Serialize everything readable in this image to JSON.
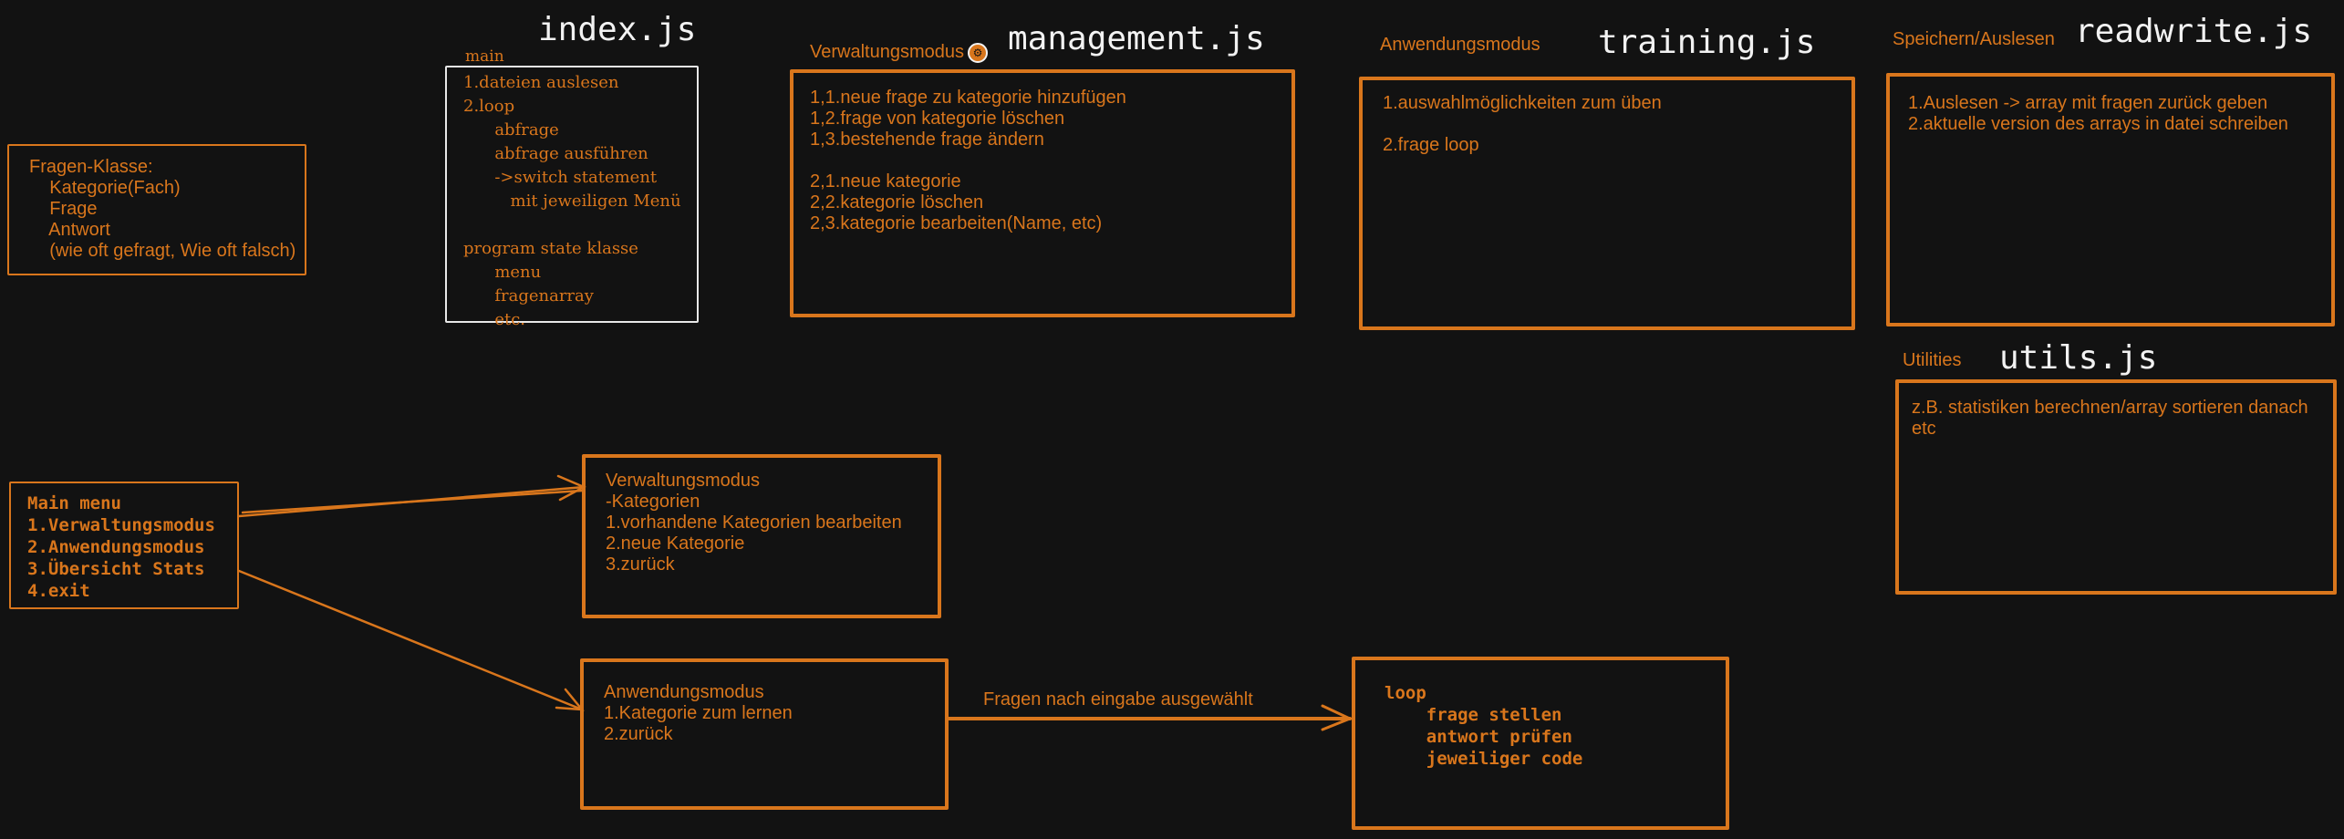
{
  "titles": {
    "index": "index.js",
    "management": "management.js",
    "training": "training.js",
    "readwrite": "readwrite.js",
    "utils": "utils.js"
  },
  "labels": {
    "index_main": "main",
    "management": "Verwaltungsmodus",
    "training": "Anwendungsmodus",
    "readwrite": "Speichern/Auslesen",
    "utils": "Utilities"
  },
  "index_box": {
    "lines": [
      "1.dateien auslesen",
      "2.loop",
      "      abfrage",
      "      abfrage ausführen",
      "      ->switch statement",
      "         mit jeweiligen Menü",
      "",
      "program state klasse",
      "      menu",
      "      fragenarray",
      "      etc."
    ]
  },
  "fragen_box": {
    "lines": [
      "Fragen-Klasse:",
      "    Kategorie(Fach)",
      "    Frage",
      "    Antwort",
      "    (wie oft gefragt, Wie oft falsch)"
    ]
  },
  "management_box": {
    "lines": [
      "1,1.neue frage zu kategorie hinzufügen",
      "1,2.frage von kategorie löschen",
      "1,3.bestehende frage ändern",
      "",
      "2,1.neue kategorie",
      "2,2.kategorie löschen",
      "2,3.kategorie bearbeiten(Name, etc)"
    ]
  },
  "training_box": {
    "lines": [
      "1.auswahlmöglichkeiten zum üben",
      "",
      "2.frage loop"
    ]
  },
  "readwrite_box": {
    "lines": [
      "1.Auslesen -> array mit fragen zurück geben",
      "2.aktuelle version des arrays in datei schreiben"
    ]
  },
  "utils_box": {
    "lines": [
      "z.B. statistiken berechnen/array sortieren danach",
      "etc"
    ]
  },
  "main_menu_box": {
    "lines": [
      "Main menu",
      "1.Verwaltungsmodus",
      "2.Anwendungsmodus",
      "3.Übersicht Stats",
      "4.exit"
    ]
  },
  "verwaltung_menu_box": {
    "lines": [
      "Verwaltungsmodus",
      "-Kategorien",
      "1.vorhandene Kategorien bearbeiten",
      "2.neue Kategorie",
      "3.zurück"
    ]
  },
  "anwendung_menu_box": {
    "lines": [
      "Anwendungsmodus",
      "1.Kategorie zum lernen",
      "2.zurück"
    ]
  },
  "loop_box": {
    "lines": [
      "loop",
      "    frage stellen",
      "    antwort prüfen",
      "    jeweiliger code"
    ]
  },
  "edge_label": "Fragen nach eingabe ausgewählt",
  "colors": {
    "accent": "#d9761c",
    "background": "#121212",
    "title": "#f2f2f2"
  }
}
